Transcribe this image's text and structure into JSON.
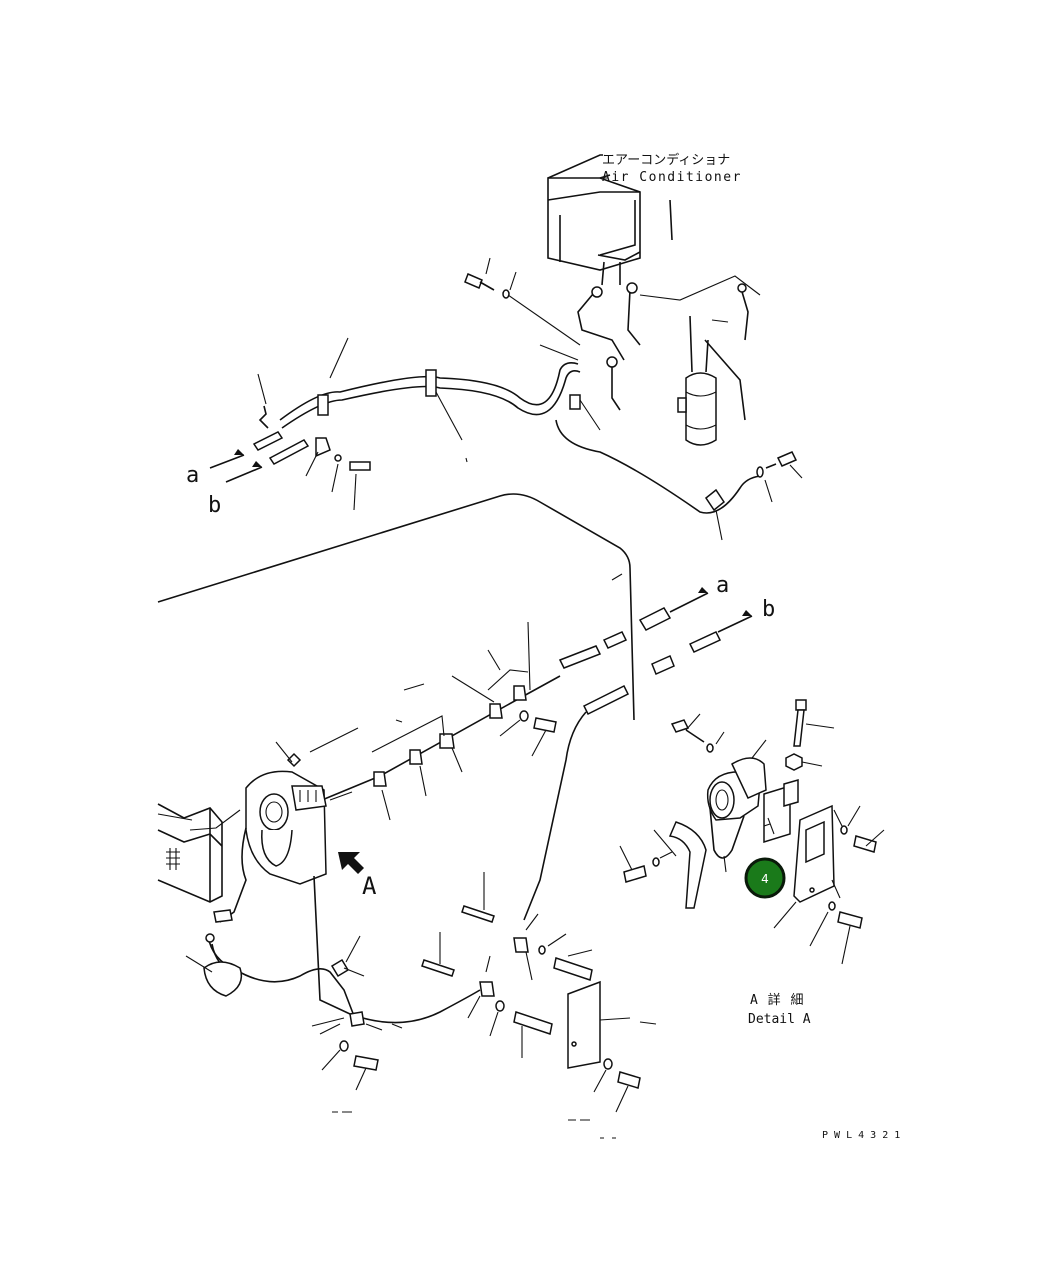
{
  "labels": {
    "ac_jp": "エアーコンディショナ",
    "ac_en": "Air Conditioner",
    "a_left": "a",
    "b_left": "b",
    "a_right": "a",
    "b_right": "b",
    "view_A": "A",
    "detail_jp": "A 詳 細",
    "detail_en": "Detail A",
    "code": "P W L 4 3 2 1"
  },
  "callout": {
    "number": "4",
    "color": "#1a7a1a"
  }
}
